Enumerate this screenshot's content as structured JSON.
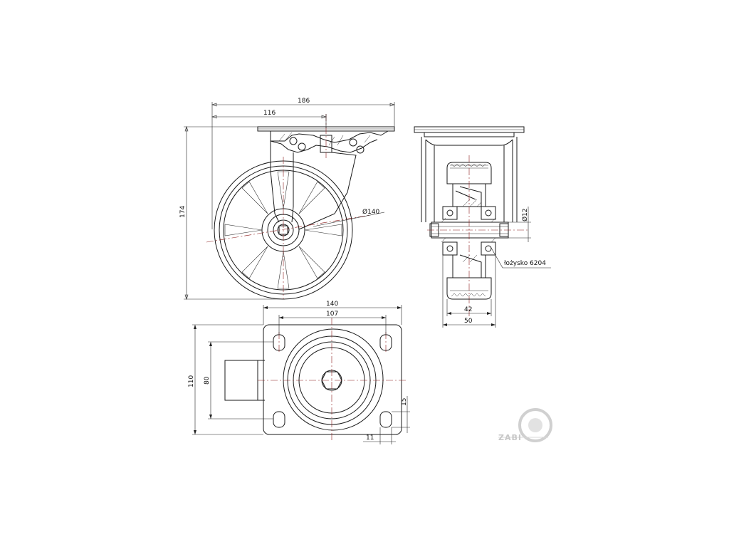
{
  "dimensions": {
    "overall_width": "186",
    "kingpin_offset": "116",
    "height": "174",
    "wheel_diameter": "Ø140",
    "axle_diameter": "Ø12",
    "bearing": "łożysko 6204",
    "tread_width": "42",
    "wheel_width": "50",
    "plate_length": "140",
    "bolt_spacing_length": "107",
    "plate_width": "110",
    "bolt_spacing_width": "80",
    "slot_length": "15",
    "slot_width": "11"
  },
  "logo": {
    "text": "ZABI",
    "color": "#c7c7c7"
  },
  "colors": {
    "line": "#1a1a1a",
    "centerline": "#8a1a1a"
  }
}
